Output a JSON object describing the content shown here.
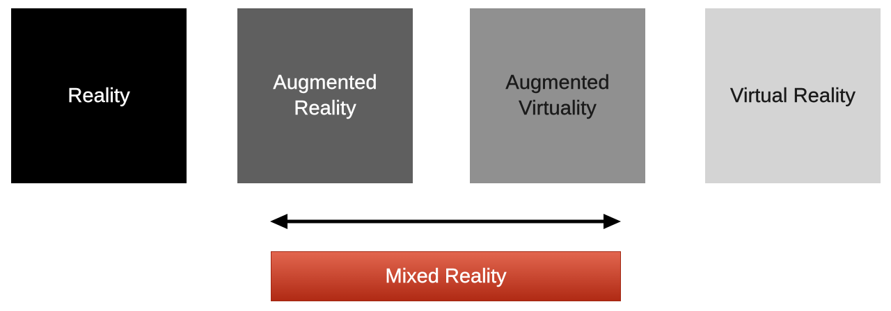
{
  "spectrum": {
    "boxes": [
      {
        "label": "Reality",
        "bg": "#000000",
        "text_color": "#ffffff"
      },
      {
        "label": "Augmented Reality",
        "bg": "#5f5f5f",
        "text_color": "#ffffff"
      },
      {
        "label": "Augmented Virtuality",
        "bg": "#909090",
        "text_color": "#1a1a1a"
      },
      {
        "label": "Virtual Reality",
        "bg": "#d4d4d4",
        "text_color": "#1a1a1a"
      }
    ]
  },
  "mixed_reality": {
    "label": "Mixed Reality",
    "gradient_top": "#e2664f",
    "gradient_bottom": "#b02a14",
    "border": "#a12612"
  },
  "arrow": {
    "color": "#000000",
    "icon": "double-headed-arrow-icon"
  }
}
